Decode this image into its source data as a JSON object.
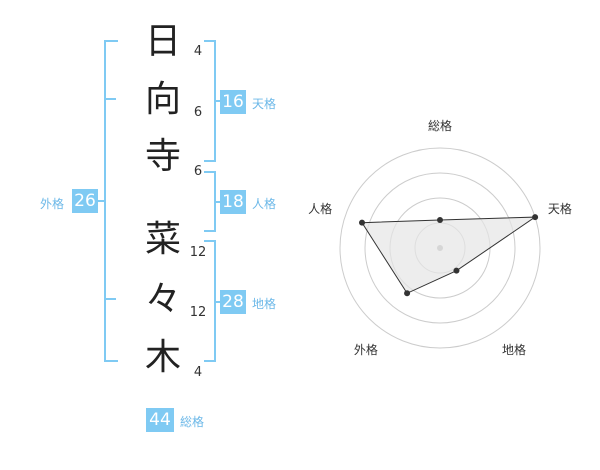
{
  "name": {
    "characters": [
      {
        "char": "日",
        "strokes": "4"
      },
      {
        "char": "向",
        "strokes": "6"
      },
      {
        "char": "寺",
        "strokes": "6"
      },
      {
        "char": "菜",
        "strokes": "12"
      },
      {
        "char": "々",
        "strokes": "12"
      },
      {
        "char": "木",
        "strokes": "4"
      }
    ]
  },
  "kaku": {
    "tenkaku": {
      "value": "16",
      "label": "天格"
    },
    "jinkaku": {
      "value": "18",
      "label": "人格"
    },
    "chikaku": {
      "value": "28",
      "label": "地格"
    },
    "gaikaku": {
      "value": "26",
      "label": "外格"
    },
    "soukaku": {
      "value": "44",
      "label": "総格"
    }
  },
  "chart_data": {
    "type": "radar",
    "axes": [
      "総格",
      "天格",
      "地格",
      "外格",
      "人格"
    ],
    "values": [
      0.28,
      1.0,
      0.28,
      0.56,
      0.82
    ],
    "range": [
      0,
      1
    ],
    "rings": 4,
    "grid": true,
    "colors": {
      "line": "#333333",
      "fill": "#e6e6e6",
      "grid": "#cccccc",
      "bracket": "#7fcaf3"
    }
  }
}
